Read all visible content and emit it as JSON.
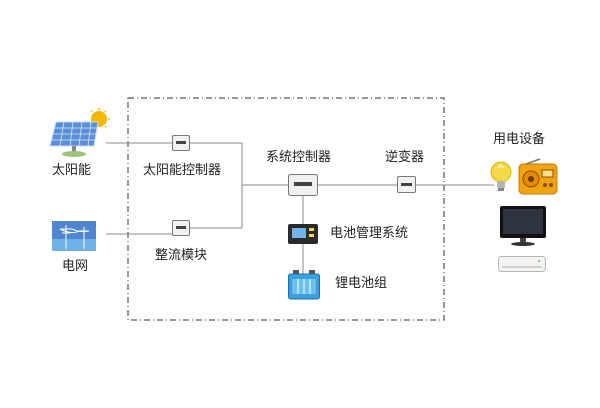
{
  "sources": {
    "solar": {
      "label": "太阳能"
    },
    "grid": {
      "label": "电网"
    }
  },
  "modules": {
    "solar_controller": {
      "label": "太阳能控制器"
    },
    "rectifier": {
      "label": "整流模块"
    },
    "system_controller": {
      "label": "系统控制器"
    },
    "inverter": {
      "label": "逆变器"
    },
    "bms": {
      "label": "电池管理系统"
    },
    "battery_pack": {
      "label": "锂电池组"
    }
  },
  "loads": {
    "title": "用电设备"
  },
  "colors": {
    "line": "#8a8a8a",
    "dashed_frame": "#333333",
    "panel_blue": "#5a8fd8",
    "sun": "#f5b800",
    "battery_blue": "#3aa0e0",
    "monitor": "#111111"
  }
}
